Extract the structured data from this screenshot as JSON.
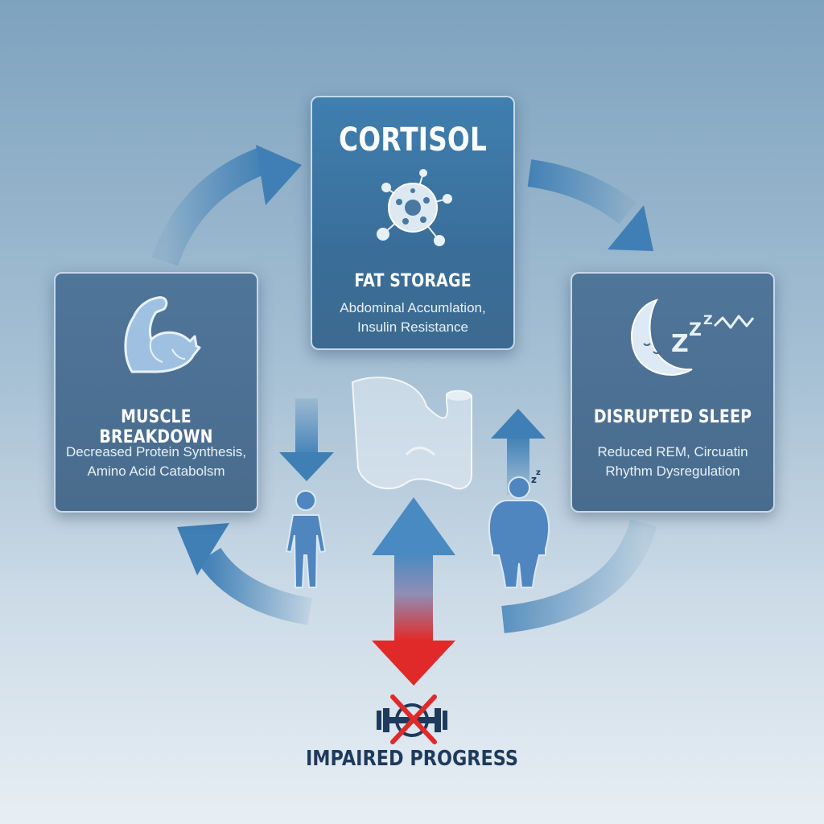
{
  "cortisol": {
    "title": "CORTISOL",
    "subtitle": "FAT STORAGE",
    "line1": "Abdominal Accumlation,",
    "line2": "Insulin Resistance",
    "icon": "molecule-icon"
  },
  "muscle": {
    "title": "MUSCLE BREAKDOWN",
    "line1": "Decreased Protein Synthesis,",
    "line2": "Amino Acid Catabolsm",
    "icon": "flexed-arm-icon"
  },
  "sleep": {
    "title": "DISRUPTED SLEEP",
    "line1": "Reduced REM, Circuatin",
    "line2": "Rhythm Dysregulation",
    "icon": "moon-sleep-icon",
    "zz": "Z"
  },
  "bottom": {
    "label": "IMPAIRED PROGRESS",
    "icon": "crossed-dumbbell-icon"
  },
  "colors": {
    "arrow_blue": "#3f7fb5",
    "arrow_red": "#e02a2a",
    "text_dark": "#1e3a5c"
  }
}
